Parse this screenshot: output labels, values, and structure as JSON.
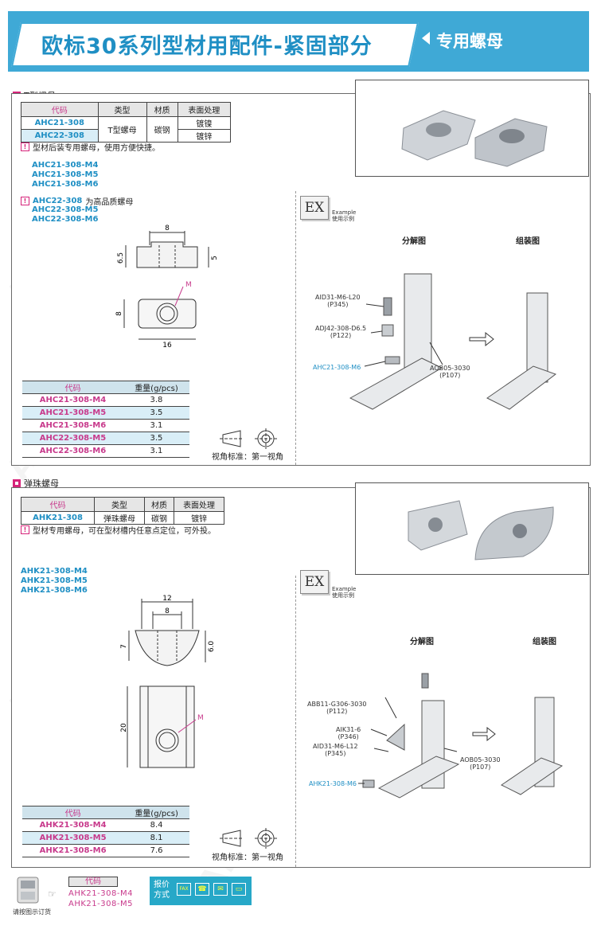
{
  "header": {
    "title": "欧标30系列型材用配件-紧固部分",
    "subtitle": "专用螺母"
  },
  "section1": {
    "label": "T型螺母",
    "spec_headers": [
      "代码",
      "类型",
      "材质",
      "表面处理"
    ],
    "spec_rows": [
      {
        "code": "AHC21-308",
        "finish": "镀镍"
      },
      {
        "code": "AHC22-308",
        "finish": "镀锌"
      }
    ],
    "type": "T型螺母",
    "material": "碳钢",
    "note1": "型材后装专用螺母，使用方便快捷。",
    "variants1": [
      "AHC21-308-M4",
      "AHC21-308-M5",
      "AHC21-308-M6"
    ],
    "note2_code": "AHC22-308",
    "note2_text": "为高品质螺母",
    "variants2": [
      "AHC22-308-M5",
      "AHC22-308-M6"
    ],
    "dims": {
      "width": "8",
      "h_left": "6.5",
      "h_right": "5",
      "thread": "M",
      "height2": "8",
      "length": "16"
    },
    "weight_headers": [
      "代码",
      "重量(g/pcs)"
    ],
    "weight_rows": [
      {
        "code": "AHC21-308-M4",
        "weight": "3.8"
      },
      {
        "code": "AHC21-308-M5",
        "weight": "3.5"
      },
      {
        "code": "AHC21-308-M6",
        "weight": "3.1"
      },
      {
        "code": "AHC22-308-M5",
        "weight": "3.5"
      },
      {
        "code": "AHC22-308-M6",
        "weight": "3.1"
      }
    ],
    "view_standard": "视角标准：第一视角",
    "example": {
      "ex": "EX",
      "ex_en": "Example",
      "ex_cn": "使用示例",
      "exploded": "分解图",
      "assembled": "组装图",
      "callouts": [
        {
          "code": "AID31-M6-L20",
          "page": "(P345)"
        },
        {
          "code": "ADJ42-308-D6.5",
          "page": "(P122)"
        },
        {
          "code": "AHC21-308-M6",
          "page": ""
        },
        {
          "code": "AOB05-3030",
          "page": "(P107)"
        }
      ]
    }
  },
  "section2": {
    "label": "弹珠螺母",
    "spec_headers": [
      "代码",
      "类型",
      "材质",
      "表面处理"
    ],
    "spec_row": {
      "code": "AHK21-308",
      "type": "弹珠螺母",
      "material": "碳钢",
      "finish": "镀锌"
    },
    "note": "型材专用螺母，可在型材槽内任意点定位，可外投。",
    "variants": [
      "AHK21-308-M4",
      "AHK21-308-M5",
      "AHK21-308-M6"
    ],
    "dims": {
      "top": "12",
      "inner": "8",
      "h_left": "7",
      "h_right": "6.0",
      "length": "20",
      "thread": "M"
    },
    "weight_headers": [
      "代码",
      "重量(g/pcs)"
    ],
    "weight_rows": [
      {
        "code": "AHK21-308-M4",
        "weight": "8.4"
      },
      {
        "code": "AHK21-308-M5",
        "weight": "8.1"
      },
      {
        "code": "AHK21-308-M6",
        "weight": "7.6"
      }
    ],
    "view_standard": "视角标准：第一视角",
    "example": {
      "ex": "EX",
      "ex_en": "Example",
      "ex_cn": "使用示例",
      "exploded": "分解图",
      "assembled": "组装图",
      "callouts": [
        {
          "code": "ABB11-G306-3030",
          "page": "(P112)"
        },
        {
          "code": "AIK31-6",
          "page": "(P346)"
        },
        {
          "code": "AID31-M6-L12",
          "page": "(P345)"
        },
        {
          "code": "AHK21-308-M6",
          "page": ""
        },
        {
          "code": "AOB05-3030",
          "page": "(P107)"
        }
      ]
    }
  },
  "footer": {
    "phone_label": "请按图示订货",
    "code_head": "代码",
    "codes": [
      "AHK21-308-M4",
      "AHK21-308-M5"
    ],
    "quote_label": "报价方式",
    "quote_line1": "报价",
    "quote_line2": "方式",
    "quote_icons": [
      "FAX",
      "☎",
      "✉",
      "▭"
    ]
  },
  "watermark": "AMST",
  "colors": {
    "brand_blue": "#3fa9d6",
    "code_blue": "#1f8fc4",
    "magenta": "#c83a8c",
    "row_alt": "#d9eef7"
  }
}
